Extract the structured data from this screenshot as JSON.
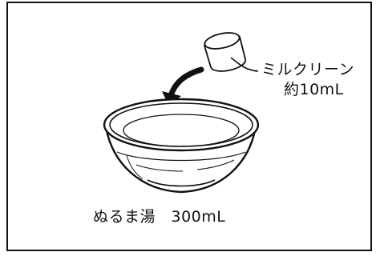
{
  "diagram": {
    "product_label": "ミルクリーン",
    "product_amount": "約10mL",
    "water_label": "ぬるま湯　300mL"
  }
}
